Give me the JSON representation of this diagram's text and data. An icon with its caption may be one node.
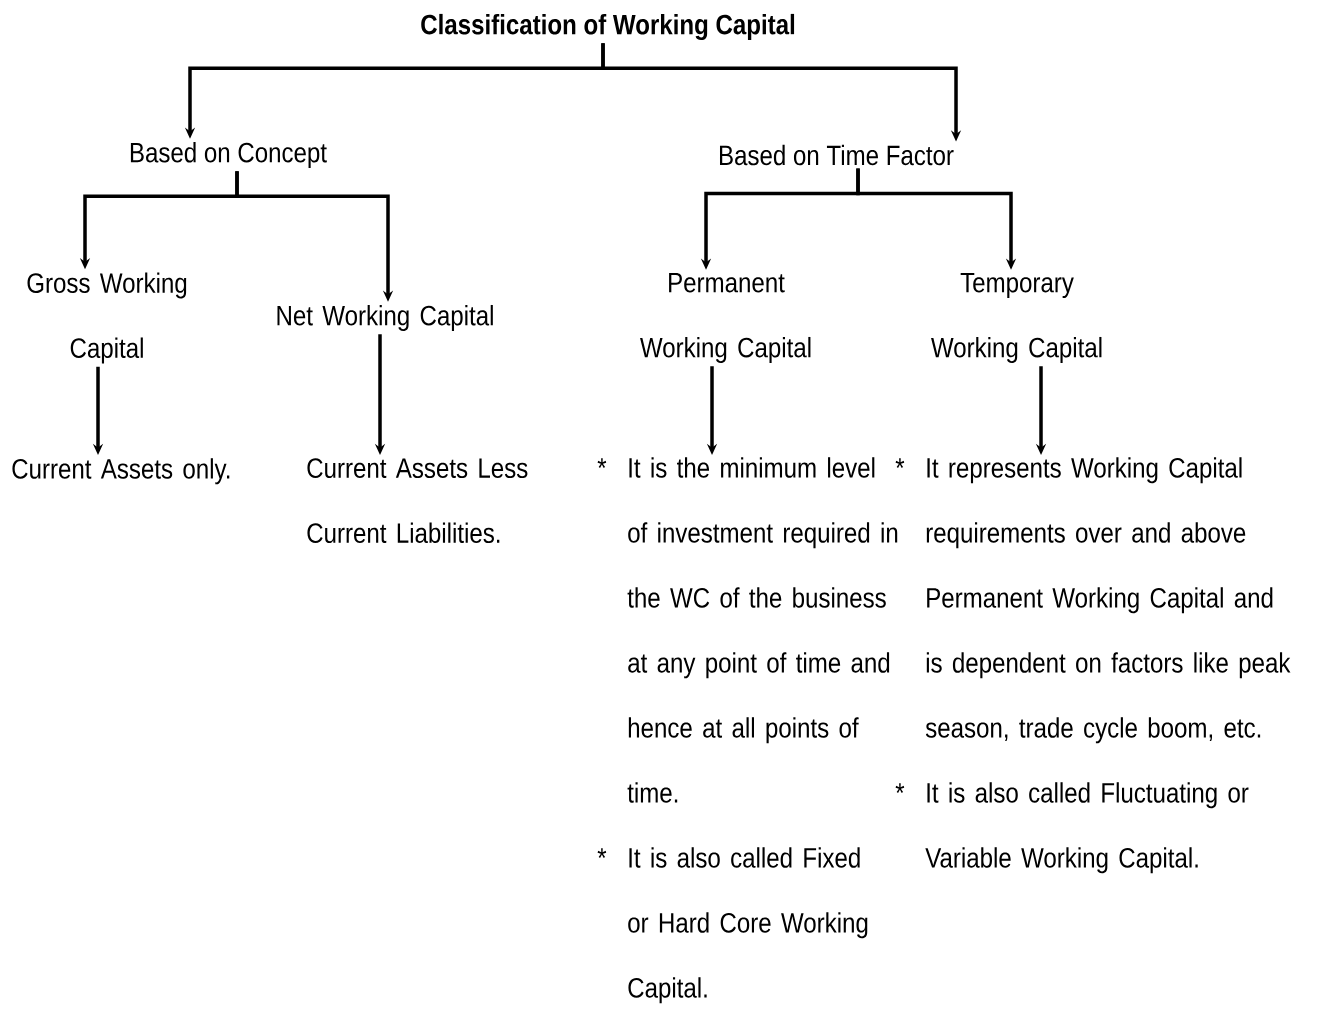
{
  "diagram": {
    "nodes": [
      {
        "text": [
          "Classification of Working Capital"
        ]
      },
      {
        "text": [
          "Based on Concept"
        ]
      },
      {
        "text": [
          "Based on Time Factor"
        ]
      },
      {
        "text": [
          "Gross Working Capital"
        ]
      },
      {
        "text": [
          "Net Working Capital"
        ]
      },
      {
        "text": [
          "Permanent Working Capital"
        ]
      },
      {
        "text": [
          "Temporary Working Capital"
        ]
      },
      {
        "text": [
          "Current Assets only."
        ]
      },
      {
        "text": [
          "Current Assets Less Current Liabilities."
        ]
      },
      {
        "text": [
          "*",
          "It is the minimum level of investment required in the WC of the business at any point of time and hence at all points of time.",
          "*",
          "It is also called Fixed or Hard Core Working Capital."
        ]
      },
      {
        "text": [
          "*",
          "It represents Working Capital requirements over and above Permanent Working Capital and is dependent on factors like peak season, trade cycle boom, etc.",
          "*",
          "It is also called Fluctuating or Variable Working Capital."
        ]
      }
    ],
    "edges": [
      {
        "from": 0,
        "to": 1,
        "arrow": "to"
      },
      {
        "from": 0,
        "to": 2,
        "arrow": "to"
      },
      {
        "from": 1,
        "to": 3,
        "arrow": "to"
      },
      {
        "from": 1,
        "to": 4,
        "arrow": "to"
      },
      {
        "from": 2,
        "to": 5,
        "arrow": "to"
      },
      {
        "from": 2,
        "to": 6,
        "arrow": "to"
      },
      {
        "from": 3,
        "to": 7,
        "arrow": "to"
      },
      {
        "from": 4,
        "to": 8,
        "arrow": "to"
      },
      {
        "from": 5,
        "to": 9,
        "arrow": "to"
      },
      {
        "from": 6,
        "to": 10,
        "arrow": "to"
      }
    ]
  }
}
